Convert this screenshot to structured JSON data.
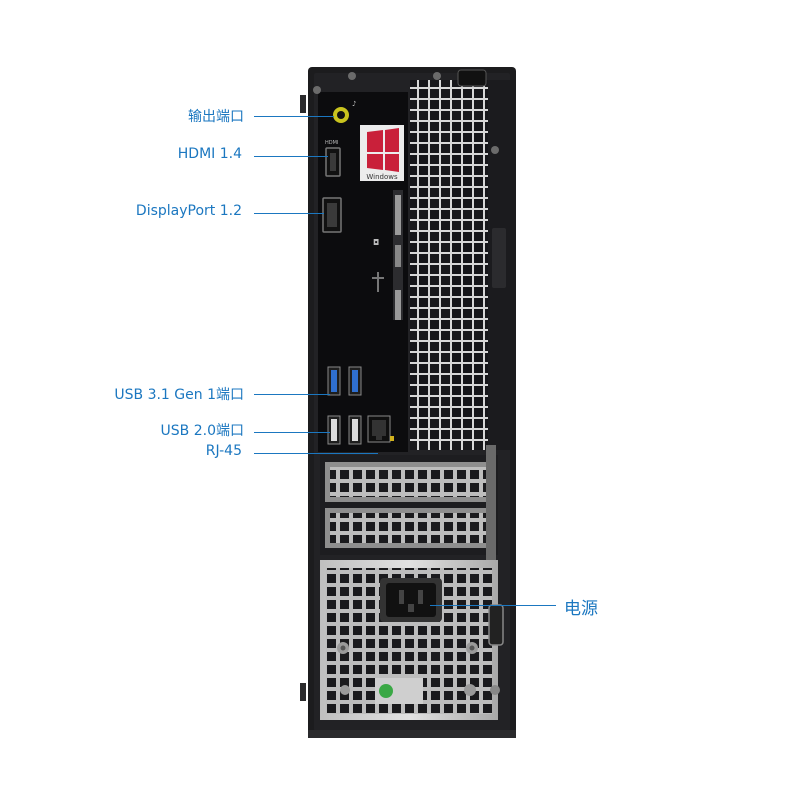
{
  "labels": {
    "audio_out": "输出端口",
    "hdmi": "HDMI 1.4",
    "displayport": "DisplayPort 1.2",
    "usb31": "USB 3.1 Gen 1端口",
    "usb20": "USB 2.0端口",
    "rj45": "RJ-45",
    "power": "电源"
  },
  "badge": {
    "windows_text": "Windows"
  },
  "colors": {
    "label": "#1b77c0",
    "chassis": "#1a1a1c",
    "panel": "#0d0d0f",
    "usb3_blue": "#2f6fd0",
    "power_button": "#3aa845",
    "audio_ring": "#c9c41e"
  }
}
